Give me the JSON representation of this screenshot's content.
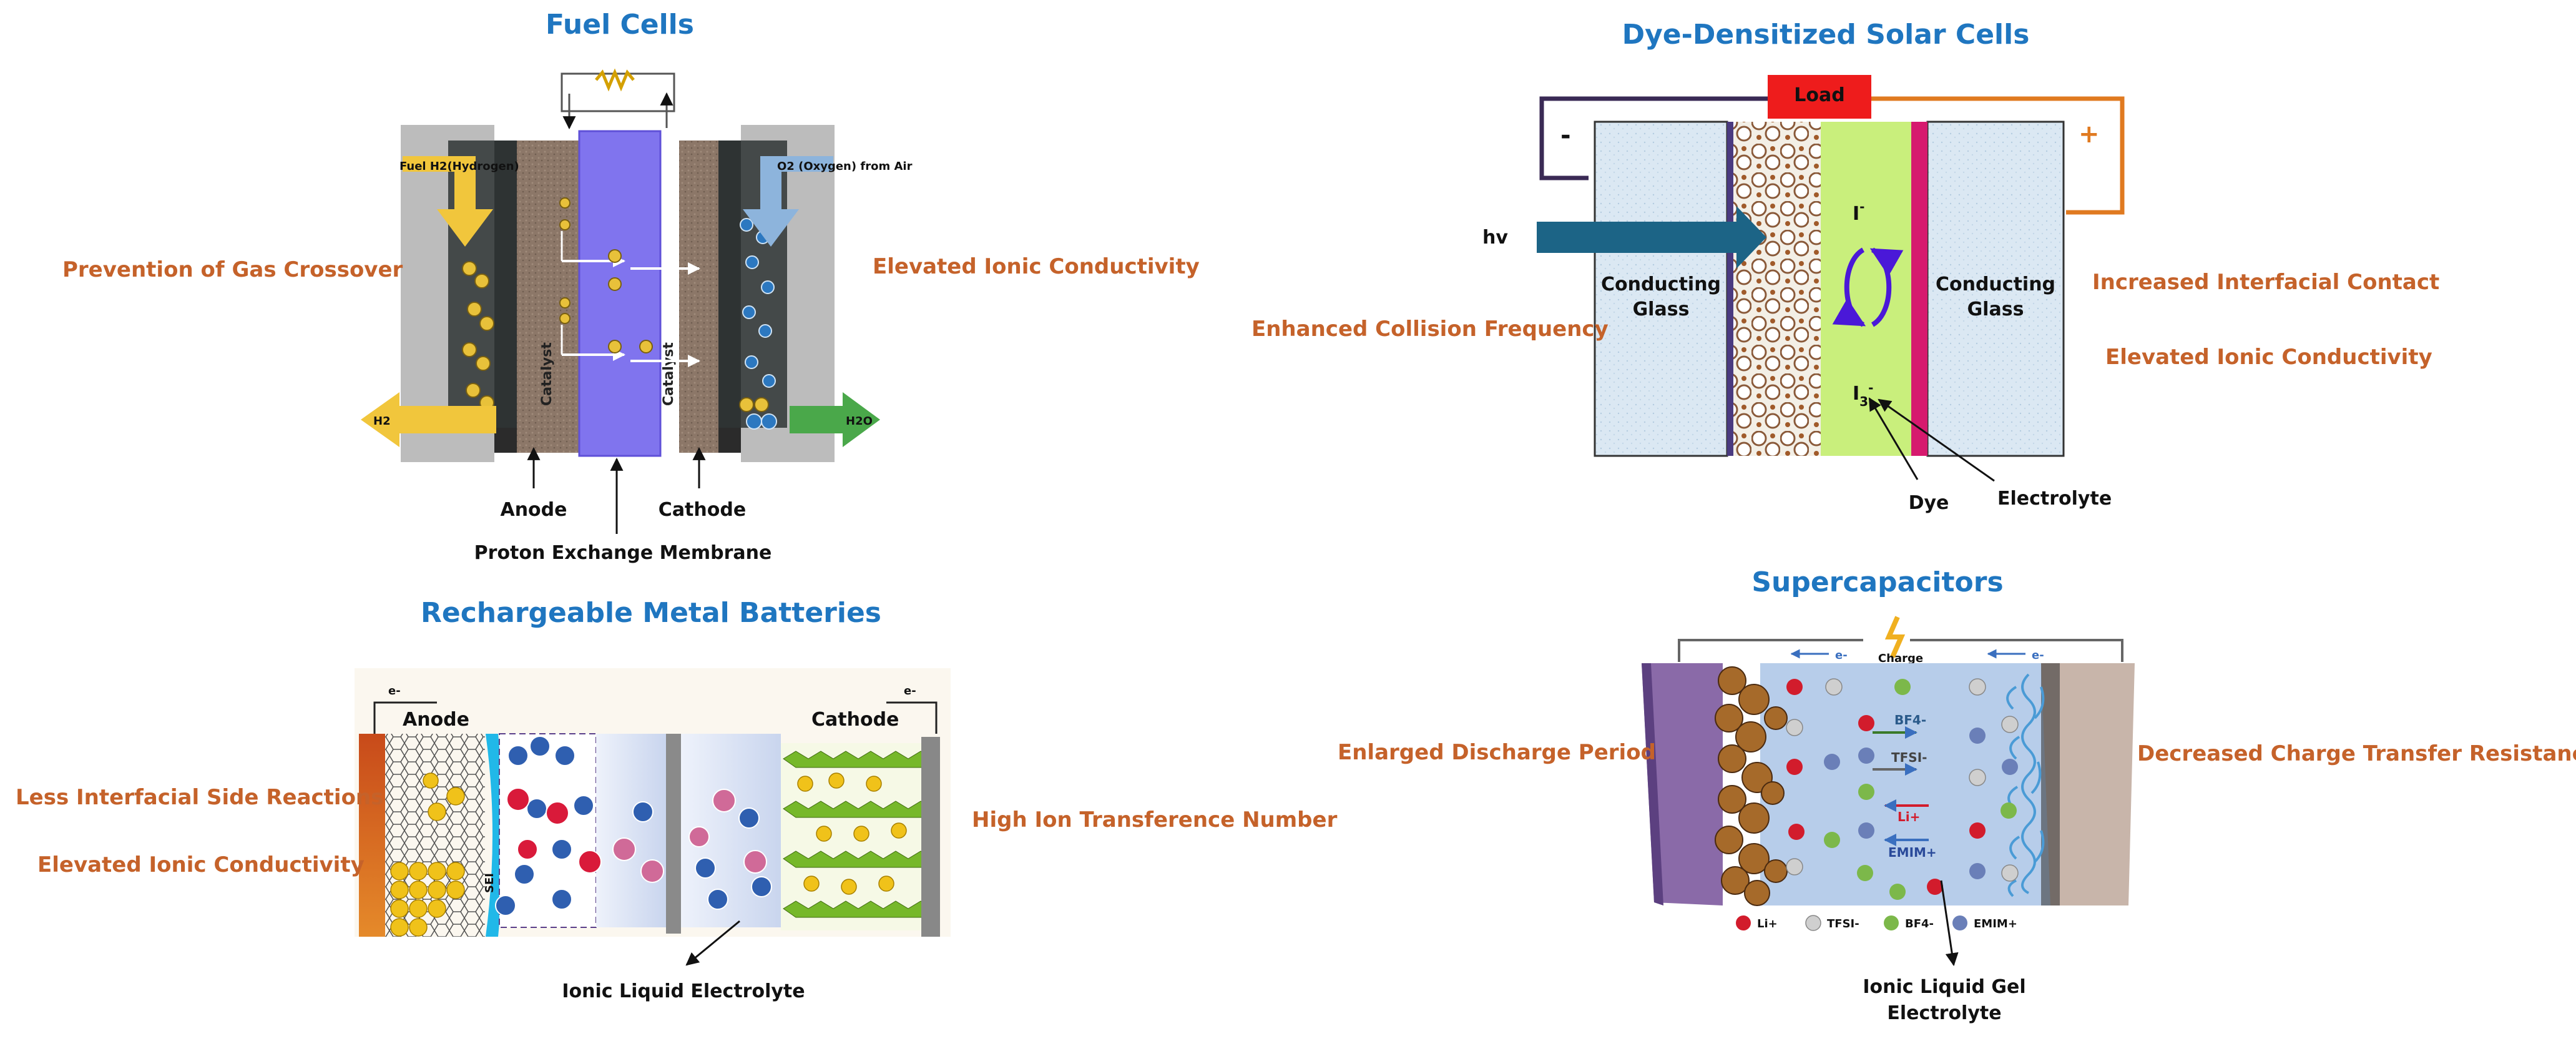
{
  "fuel_cells": {
    "title": "Fuel Cells",
    "benefit_left": "Prevention of Gas Crossover",
    "benefit_right": "Elevated Ionic Conductivity",
    "fuel_label": "Fuel H2(Hydrogen)",
    "oxygen_label": "O2 (Oxygen) from Air",
    "h2_out": "H2",
    "h2o_out": "H2O",
    "catalyst": "Catalyst",
    "anode": "Anode",
    "cathode": "Cathode",
    "membrane": "Proton Exchange Membrane"
  },
  "dssc": {
    "title": "Dye-Densitized Solar Cells",
    "load": "Load",
    "minus": "-",
    "plus": "+",
    "hv": "hv",
    "glass_left": "Conducting Glass",
    "glass_right": "Conducting Glass",
    "iodide": "I",
    "triiodide": "I3",
    "dye": "Dye",
    "electrolyte": "Electrolyte",
    "benefit_left": "Enhanced Collision Frequency",
    "benefit_right_1": "Increased Interfacial Contact",
    "benefit_right_2": "Elevated Ionic Conductivity"
  },
  "batteries": {
    "title": "Rechargeable Metal Batteries",
    "anode": "Anode",
    "cathode": "Cathode",
    "electron": "e-",
    "sei": "SEI",
    "benefit_left_1": "Less Interfacial Side Reactions",
    "benefit_left_2": "Elevated Ionic Conductivity",
    "benefit_right": "High Ion Transference Number",
    "electrolyte": "Ionic Liquid Electrolyte"
  },
  "supercapacitors": {
    "title": "Supercapacitors",
    "charge": "Charge",
    "electron": "e-",
    "ion_bf4": "BF4-",
    "ion_tfsi": "TFSI-",
    "ion_li": "Li+",
    "ion_emim": "EMIM+",
    "legend": [
      "Li+",
      "TFSI-",
      "BF4-",
      "EMIM+"
    ],
    "benefit_left": "Enlarged Discharge Period",
    "benefit_right": "Decreased Charge Transfer Resistance",
    "electrolyte_1": "Ionic Liquid Gel",
    "electrolyte_2": "Electrolyte"
  }
}
